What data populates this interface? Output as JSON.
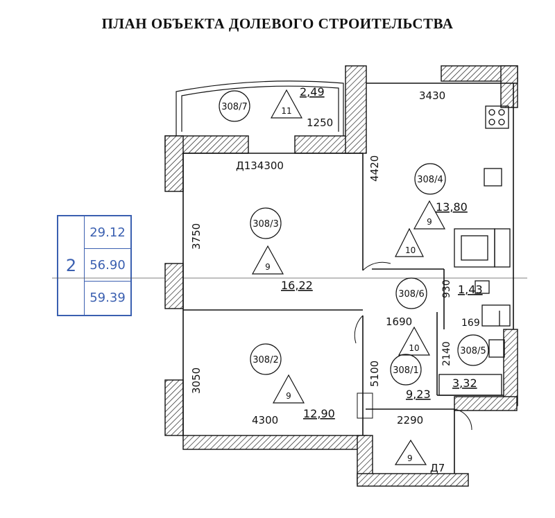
{
  "title": "ПЛАН ОБЪЕКТА ДОЛЕВОГО СТРОИТЕЛЬСТВА",
  "area_table": {
    "rooms": "2",
    "living_area": "29.12",
    "total_area": "56.90",
    "total_area_with_balcony": "59.39"
  },
  "rooms": [
    {
      "id": "308/7",
      "floor_mark": "11",
      "area": "2,49"
    },
    {
      "id": "308/4",
      "floor_mark": "9",
      "area": "13,80"
    },
    {
      "id": "308/3",
      "floor_mark": "9",
      "area": "16,22"
    },
    {
      "id": "308/2",
      "floor_mark": "9",
      "area": "12,90"
    },
    {
      "id": "308/6",
      "floor_mark": "",
      "area": "1,43"
    },
    {
      "id": "308/1",
      "floor_mark": "10",
      "area": "9,23"
    },
    {
      "id": "308/5",
      "floor_mark": "",
      "area": "3,32"
    }
  ],
  "extra_marks": [
    "10",
    "9"
  ],
  "dimensions": {
    "d3430": "3430",
    "d1250": "1250",
    "d4420": "4420",
    "d4300_top": "Д134300",
    "d3750": "3750",
    "d3050": "3050",
    "d4300_bottom": "4300",
    "d5100": "5100",
    "d2290": "2290",
    "d1690": "1690",
    "d930": "930",
    "d169": "169",
    "d2140": "2140",
    "door_d7": "Д7"
  },
  "colors": {
    "ink": "#111111",
    "table_blue": "#3a5fb0",
    "hatch": "#111111"
  }
}
